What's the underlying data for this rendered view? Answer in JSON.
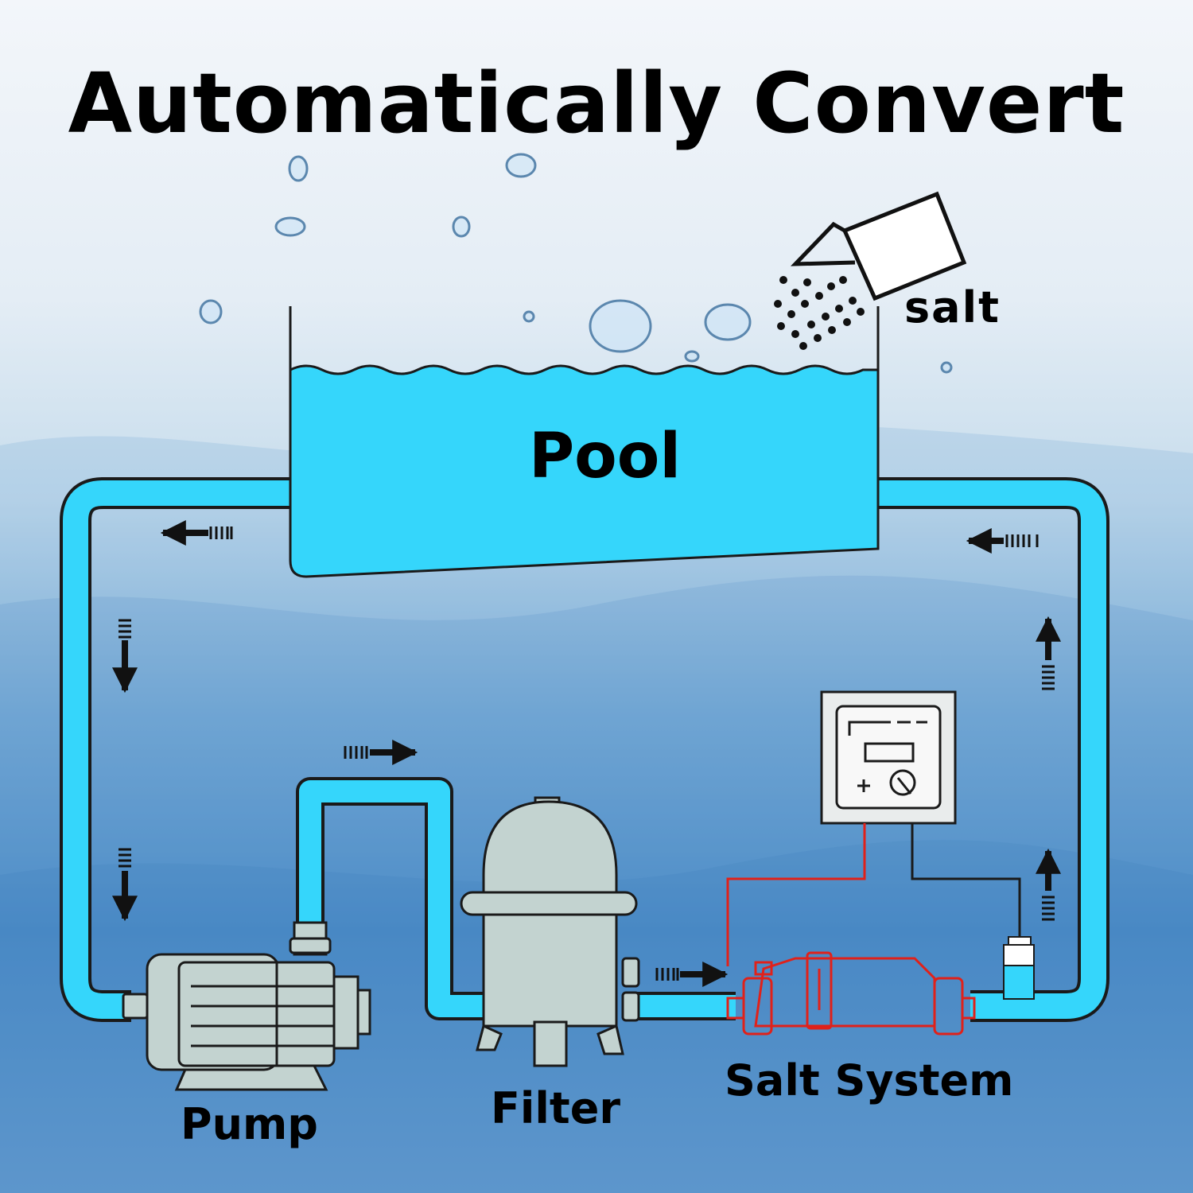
{
  "diagram": {
    "title": "Automatically Convert",
    "pool_label": "Pool",
    "salt_label": "salt",
    "pump_label": "Pump",
    "filter_label": "Filter",
    "salt_system_label": "Salt System"
  },
  "colors": {
    "pipe": "#35d6fb",
    "pool_water": "#35d6fb",
    "equipment": "#c3d3d0",
    "salt_cell": "#e0211a",
    "outline": "#1a1a1a"
  },
  "icons": {
    "pump": "pump-icon",
    "filter": "filter-tank-icon",
    "controller": "controller-panel-icon",
    "salt_cell": "salt-cell-icon",
    "salt_bag": "salt-bag-icon",
    "flow": "flow-arrow-icon"
  }
}
